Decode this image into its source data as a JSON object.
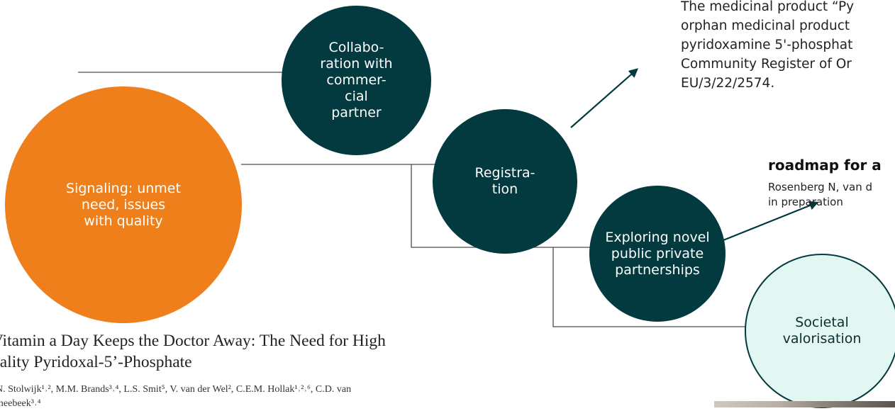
{
  "nodes": {
    "collaboration": "Collabo-\nration with\ncommer-\ncial\npartner",
    "signaling": "Signaling: unmet\nneed, issues\nwith quality",
    "registration": "Registra-\ntion",
    "exploring": "Exploring novel\npublic private\npartnerships",
    "societal": "Societal\nvalorisation"
  },
  "orphan_designation": {
    "text": "The medicinal product “Py\norphan medicinal product\npyridoxamine 5'-phosphat\nCommunity Register of Or\nEU/3/22/2574."
  },
  "roadmap": {
    "title": "roadmap for a",
    "authors": "Rosenberg N, van d",
    "status": "in preparation"
  },
  "paper": {
    "title": "Vitamin a Day Keeps the Doctor Away: The Need for High\nuality Pyridoxal-5’-Phosphate",
    "authors": "N. Stolwijk¹˒², M.M. Brands³˒⁴, L.S. Smit⁵, V. van der Wel², C.E.M. Hollak¹˒²˒⁶, C.D. van\nmeebeek³˒⁴"
  },
  "colors": {
    "dark_teal": "#023a40",
    "orange": "#ee7f1b",
    "mint": "#e2f7f1"
  }
}
